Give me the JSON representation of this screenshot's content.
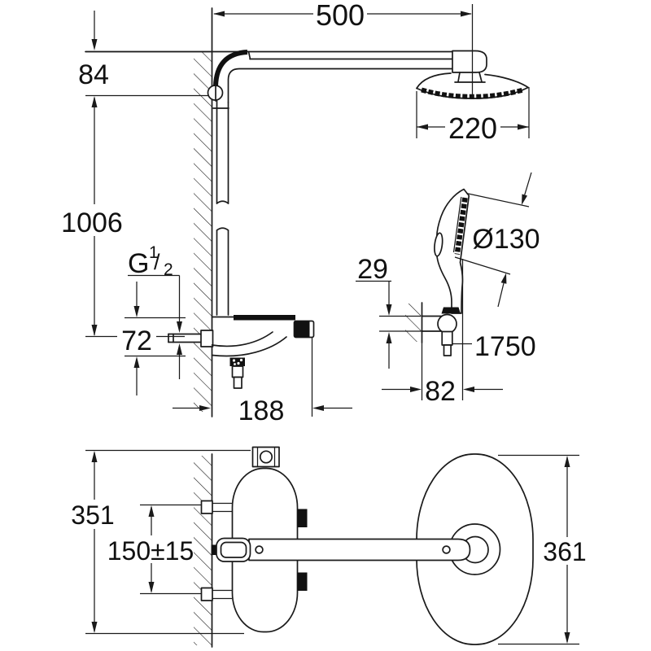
{
  "drawing_type": "technical dimension drawing - shower system, side view and top view",
  "colors": {
    "line": "#1a1a1a",
    "dark_fill": "#111111",
    "background": "#ffffff"
  },
  "side_view": {
    "arm_projection": "500",
    "arm_drop": "84",
    "riser_height": "1006",
    "thread_g": "G",
    "thread_num": "1",
    "thread_slash": "/",
    "thread_den": "2",
    "valve_height": "72",
    "valve_depth": "188",
    "head_shower_diameter": "220",
    "hand_shower_diameter": "Ø130",
    "holder_height": "29",
    "hose_length": "1750",
    "holder_projection": "82"
  },
  "top_view": {
    "total_height": "351",
    "connection_spacing": "150±15",
    "head_length": "361"
  }
}
